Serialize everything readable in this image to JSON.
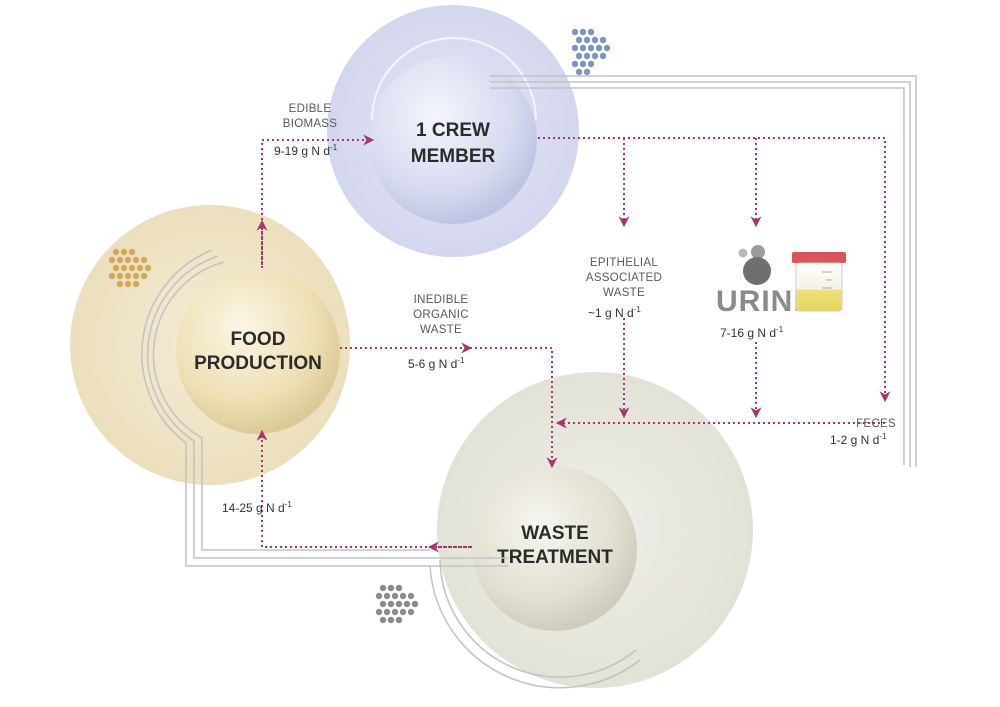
{
  "nodes": {
    "crew": {
      "line1": "1 CREW",
      "line2": "MEMBER"
    },
    "food": {
      "line1": "FOOD",
      "line2": "PRODUCTION"
    },
    "waste": {
      "line1": "WASTE",
      "line2": "TREATMENT"
    }
  },
  "flows": {
    "edible": {
      "line1": "EDIBLE",
      "line2": "BIOMASS",
      "value": "9-19 g N d",
      "sup": "-1"
    },
    "inedible": {
      "line1": "INEDIBLE",
      "line2": "ORGANIC",
      "line3": "WASTE",
      "value": "5-6 g N d",
      "sup": "-1"
    },
    "epithelial": {
      "line1": "EPITHELIAL",
      "line2": "ASSOCIATED",
      "line3": "WASTE",
      "value": "~1 g N d",
      "sup": "-1"
    },
    "urine": {
      "label": "URINE",
      "value": "7-16 g N d",
      "sup": "-1"
    },
    "feces": {
      "label": "FECES",
      "value": "1-2 g N d",
      "sup": "-1"
    },
    "return": {
      "value": "14-25 g N d",
      "sup": "-1"
    }
  },
  "colors": {
    "arrow": "#a4386b",
    "crew_circle": "#dcdff1",
    "food_circle": "#f1e6c9",
    "waste_circle": "#e9e8df",
    "pipe": "#c7c7c7"
  },
  "icons": [
    "blue-dots-icon",
    "gold-dots-icon",
    "gray-dots-icon",
    "urine-cup-icon"
  ]
}
